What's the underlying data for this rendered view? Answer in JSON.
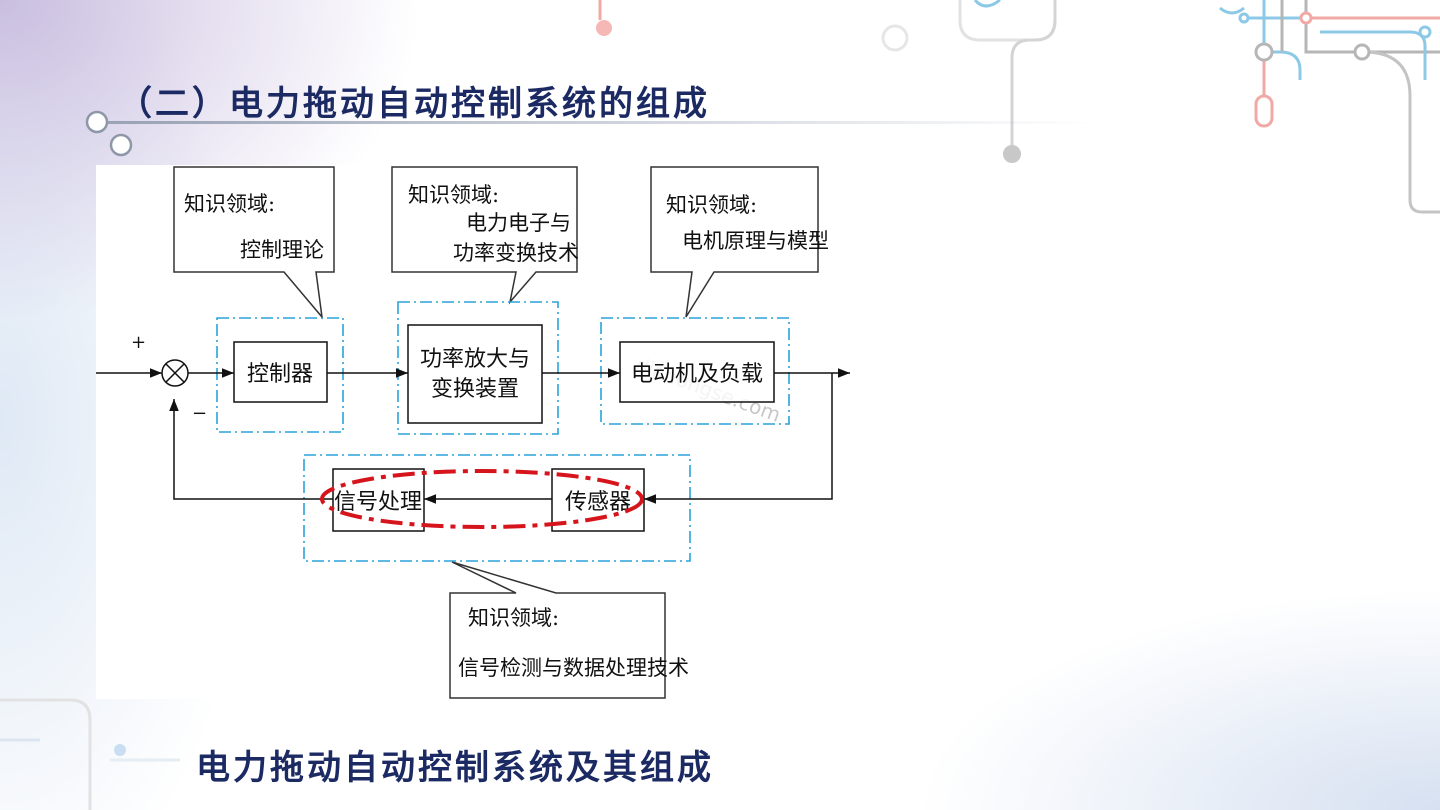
{
  "slide": {
    "title": "（二）电力拖动自动控制系统的组成",
    "caption": "电力拖动自动控制系统及其组成",
    "colors": {
      "title": "#1c2a63",
      "dashed_box": "#29a3d8",
      "highlight": "#d6141c",
      "circuit_gray": "#c4c4c4",
      "circuit_blue": "#8cc9e6",
      "circuit_red": "#f0a9a4"
    }
  },
  "diagram": {
    "plus_sign": "+",
    "minus_sign": "−",
    "summing_junction_icon": "circle-cross-icon",
    "watermark": "dianongse.com",
    "blocks": {
      "controller": "控制器",
      "power_amplifier": [
        "功率放大与",
        "变换装置"
      ],
      "motor_load": "电动机及负载",
      "signal_processing": "信号处理",
      "sensor": "传感器"
    },
    "knowledge_boxes": {
      "control": [
        "知识领域:",
        "控制理论"
      ],
      "power_electronics": [
        "知识领域:",
        "电力电子与",
        "功率变换技术"
      ],
      "motor": [
        "知识领域:",
        "电机原理与模型"
      ],
      "signal": [
        "知识领域:",
        "信号检测与数据处理技术"
      ]
    }
  }
}
